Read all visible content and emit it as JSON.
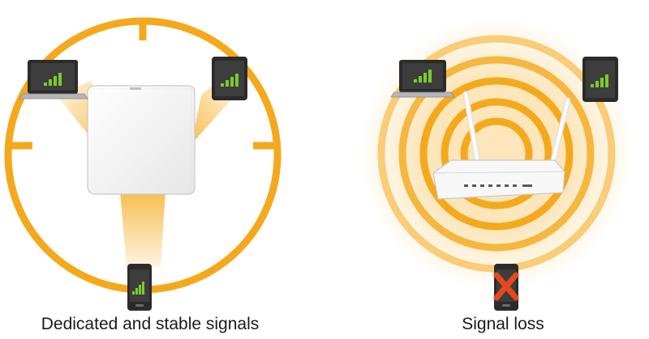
{
  "colors": {
    "accent": "#F4A91C",
    "glow": "#F6B63A",
    "signal_bars": "#7CCB2A",
    "device_body": "#2b2b2b",
    "device_screen": "#3d3d3d",
    "error_x": "#E8471E",
    "router_white": "#f7f7f7",
    "background": "#ffffff"
  },
  "left_panel": {
    "caption": "Dedicated and stable signals",
    "access_point": "ceiling-access-point",
    "devices": [
      "laptop-icon",
      "tablet-icon",
      "smartphone-icon"
    ]
  },
  "right_panel": {
    "caption": "Signal loss",
    "router": "wifi-router-with-antennas",
    "devices": [
      "laptop-icon",
      "tablet-icon",
      "smartphone-icon"
    ],
    "status_icon": "error-x-icon"
  }
}
